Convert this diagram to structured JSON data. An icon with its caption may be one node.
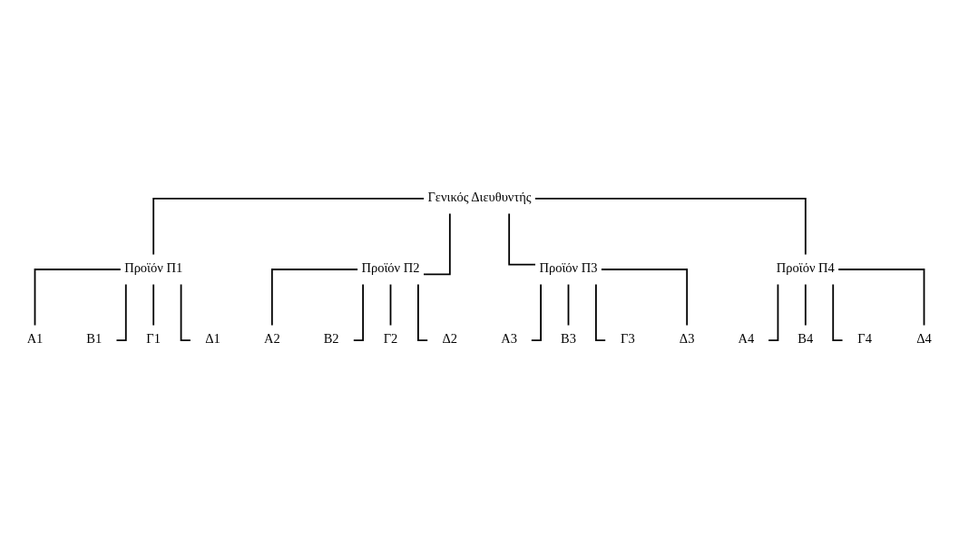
{
  "diagram": {
    "nodes": [
      {
        "text": [
          "Γενικός Διευθυντής"
        ]
      },
      {
        "text": [
          "Προϊόν Π1"
        ]
      },
      {
        "text": [
          "Προϊόν Π2"
        ]
      },
      {
        "text": [
          "Προϊόν Π3"
        ]
      },
      {
        "text": [
          "Προϊόν Π4"
        ]
      },
      {
        "text": [
          "Α1"
        ]
      },
      {
        "text": [
          "Β1"
        ]
      },
      {
        "text": [
          "Γ1"
        ]
      },
      {
        "text": [
          "Δ1"
        ]
      },
      {
        "text": [
          "Α2"
        ]
      },
      {
        "text": [
          "Β2"
        ]
      },
      {
        "text": [
          "Γ2"
        ]
      },
      {
        "text": [
          "Δ2"
        ]
      },
      {
        "text": [
          "Α3"
        ]
      },
      {
        "text": [
          "Β3"
        ]
      },
      {
        "text": [
          "Γ3"
        ]
      },
      {
        "text": [
          "Δ3"
        ]
      },
      {
        "text": [
          "Α4"
        ]
      },
      {
        "text": [
          "Β4"
        ]
      },
      {
        "text": [
          "Γ4"
        ]
      },
      {
        "text": [
          "Δ4"
        ]
      }
    ],
    "edges": [
      {
        "from": 0,
        "to": 1,
        "arrow": "none"
      },
      {
        "from": 0,
        "to": 2,
        "arrow": "none"
      },
      {
        "from": 0,
        "to": 3,
        "arrow": "none"
      },
      {
        "from": 0,
        "to": 4,
        "arrow": "none"
      },
      {
        "from": 1,
        "to": 5,
        "arrow": "none"
      },
      {
        "from": 1,
        "to": 6,
        "arrow": "none"
      },
      {
        "from": 1,
        "to": 7,
        "arrow": "none"
      },
      {
        "from": 1,
        "to": 8,
        "arrow": "none"
      },
      {
        "from": 2,
        "to": 9,
        "arrow": "none"
      },
      {
        "from": 2,
        "to": 10,
        "arrow": "none"
      },
      {
        "from": 2,
        "to": 11,
        "arrow": "none"
      },
      {
        "from": 2,
        "to": 12,
        "arrow": "none"
      },
      {
        "from": 3,
        "to": 13,
        "arrow": "none"
      },
      {
        "from": 3,
        "to": 14,
        "arrow": "none"
      },
      {
        "from": 3,
        "to": 15,
        "arrow": "none"
      },
      {
        "from": 3,
        "to": 16,
        "arrow": "none"
      },
      {
        "from": 4,
        "to": 17,
        "arrow": "none"
      },
      {
        "from": 4,
        "to": 18,
        "arrow": "none"
      },
      {
        "from": 4,
        "to": 19,
        "arrow": "none"
      },
      {
        "from": 4,
        "to": 20,
        "arrow": "none"
      }
    ]
  }
}
